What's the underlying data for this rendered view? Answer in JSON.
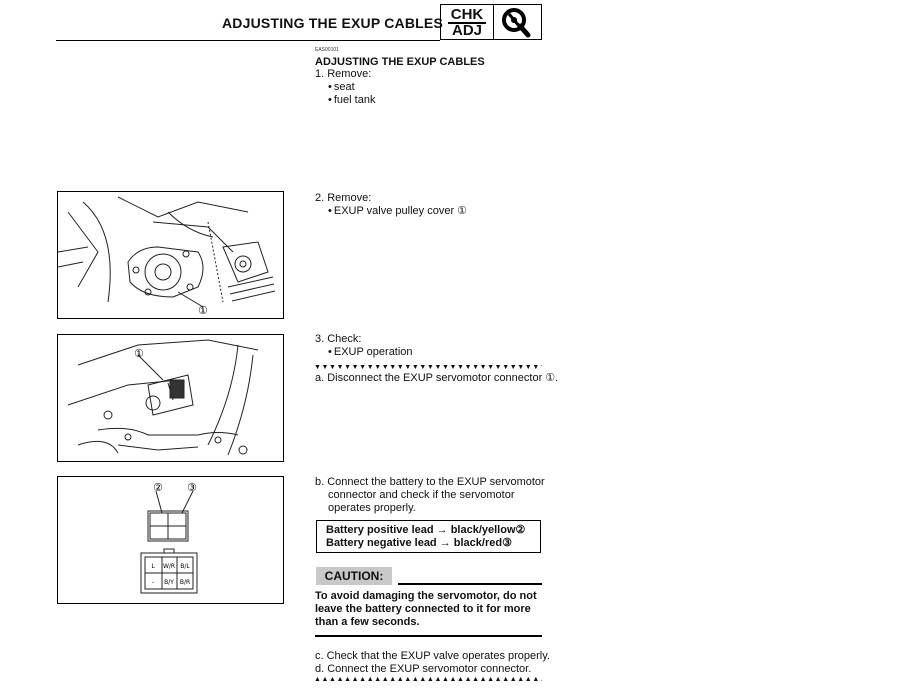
{
  "header": {
    "title": "ADJUSTING THE EXUP CABLES",
    "badge_top": "CHK",
    "badge_bottom": "ADJ",
    "badge_icon": "wrench-icon"
  },
  "section": {
    "code": "EAS00101",
    "title": "ADJUSTING THE EXUP CABLES"
  },
  "step1": {
    "label": "1. Remove:",
    "items": [
      "seat",
      "fuel tank"
    ]
  },
  "step2": {
    "label": "2. Remove:",
    "items": [
      "EXUP valve pulley cover ①"
    ]
  },
  "step3": {
    "label": "3. Check:",
    "items": [
      "EXUP operation"
    ]
  },
  "substeps": {
    "a": "a. Disconnect the EXUP servomotor connector ①.",
    "b": "b. Connect the battery to the EXUP servomotor connector and check if the servomotor operates properly.",
    "c": "c. Check that the EXUP valve operates properly.",
    "d": "d. Connect the EXUP servomotor connector."
  },
  "leads": {
    "positive": "Battery positive lead → black/yellow②",
    "negative": "Battery negative lead → black/red③"
  },
  "caution": {
    "label": "CAUTION:",
    "text": "To avoid damaging the servomotor, do not leave the battery connected to it for more than a few seconds."
  },
  "markers": {
    "start": "▼▼▼▼▼▼▼▼▼▼▼▼▼▼▼▼▼▼▼▼▼▼▼▼▼▼▼▼▼▼▼▼▼▼",
    "end": "▲▲▲▲▲▲▲▲▲▲▲▲▲▲▲▲▲▲▲▲▲▲▲▲▲▲▲▲▲▲▲▲▲▲"
  },
  "figures": {
    "fig1_callout": "①",
    "fig2_callout": "①",
    "fig3_callouts": [
      "②",
      "③"
    ],
    "connector_pins": [
      "L",
      "W/R",
      "B/L",
      "-",
      "B/Y",
      "B/R"
    ]
  }
}
